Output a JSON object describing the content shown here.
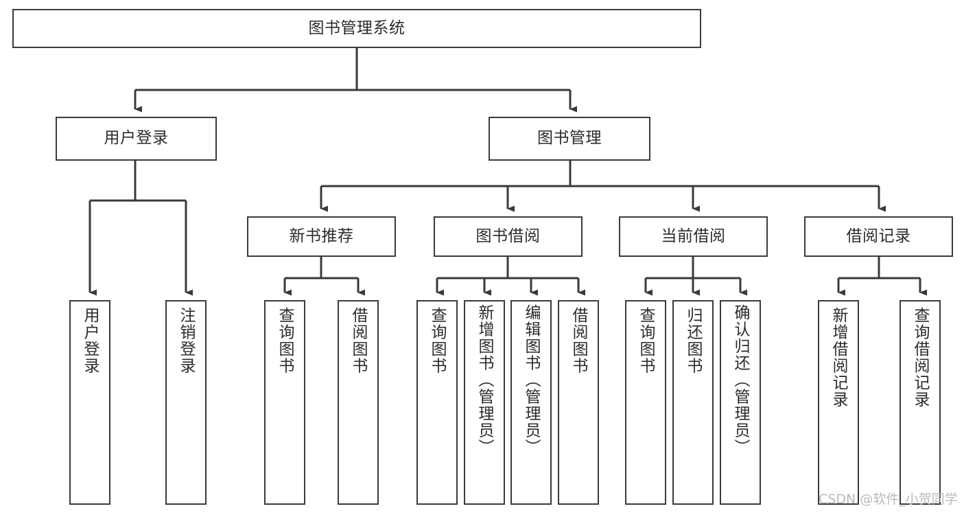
{
  "diagram": {
    "title": "图书管理系统",
    "type": "hierarchy-tree",
    "stroke_color": "#3a3a3a",
    "fill_color": "#ffffff",
    "text_color": "#2b2b2b",
    "watermark": "CSDN @软件_小贺同学",
    "levels": [
      {
        "level": 1,
        "nodes": [
          {
            "id": "root",
            "label": "图书管理系统"
          }
        ]
      },
      {
        "level": 2,
        "nodes": [
          {
            "id": "user-login",
            "label": "用户登录"
          },
          {
            "id": "book-management",
            "label": "图书管理"
          }
        ]
      },
      {
        "level": 3,
        "nodes": [
          {
            "id": "new-book-recommend",
            "label": "新书推荐"
          },
          {
            "id": "book-borrow",
            "label": "图书借阅"
          },
          {
            "id": "current-borrow",
            "label": "当前借阅"
          },
          {
            "id": "borrow-record",
            "label": "借阅记录"
          }
        ]
      },
      {
        "level": 4,
        "nodes": [
          {
            "id": "leaf-user-login",
            "label": "用户登录",
            "parent": "user-login"
          },
          {
            "id": "leaf-logout",
            "label": "注销登录",
            "parent": "user-login"
          },
          {
            "id": "leaf-query-book-1",
            "label": "查询图书",
            "parent": "new-book-recommend"
          },
          {
            "id": "leaf-borrow-book-1",
            "label": "借阅图书",
            "parent": "new-book-recommend"
          },
          {
            "id": "leaf-query-book-2",
            "label": "查询图书",
            "parent": "book-borrow"
          },
          {
            "id": "leaf-add-book",
            "label": "新增图书（管理员）",
            "parent": "book-borrow"
          },
          {
            "id": "leaf-edit-book",
            "label": "编辑图书（管理员）",
            "parent": "book-borrow"
          },
          {
            "id": "leaf-borrow-book-2",
            "label": "借阅图书",
            "parent": "book-borrow"
          },
          {
            "id": "leaf-query-book-3",
            "label": "查询图书",
            "parent": "current-borrow"
          },
          {
            "id": "leaf-return-book",
            "label": "归还图书",
            "parent": "current-borrow"
          },
          {
            "id": "leaf-confirm-return",
            "label": "确认归还（管理员）",
            "parent": "current-borrow"
          },
          {
            "id": "leaf-add-record",
            "label": "新增借阅记录",
            "parent": "borrow-record"
          },
          {
            "id": "leaf-query-record",
            "label": "查询借阅记录",
            "parent": "borrow-record"
          }
        ]
      }
    ]
  }
}
